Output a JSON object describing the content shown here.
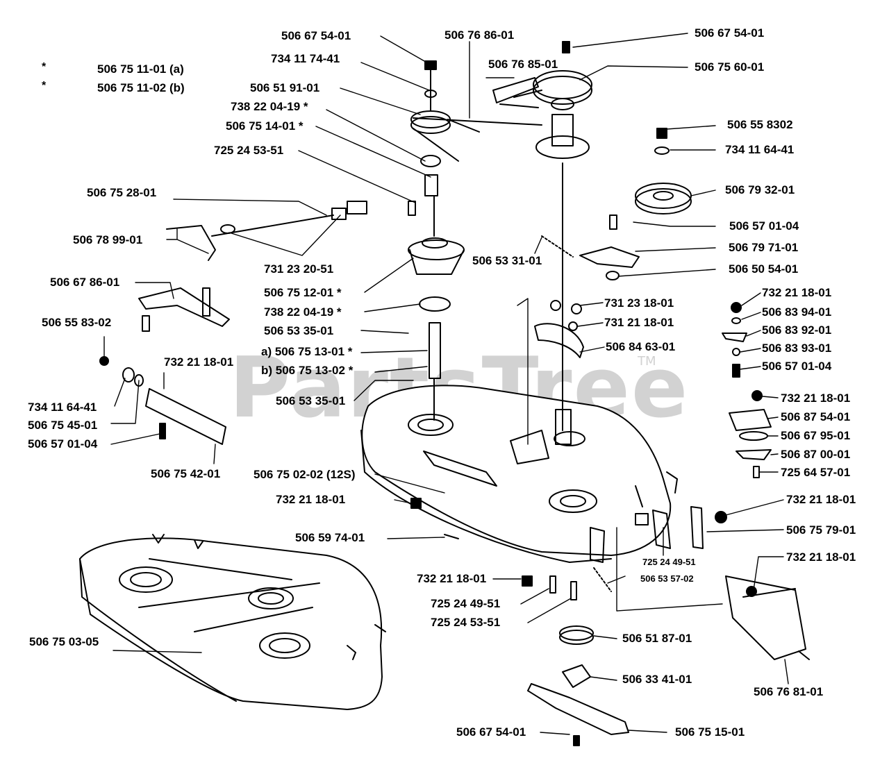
{
  "watermark": {
    "text": "PartsTree",
    "tm": "TM"
  },
  "legend": [
    {
      "mark": "*",
      "text": "506 75 11-01 (a)"
    },
    {
      "mark": "*",
      "text": "506 75 11-02 (b)"
    }
  ],
  "labels": [
    "506 67 54-01",
    "734 11 74-41",
    "506 51 91-01",
    "738 22 04-19 *",
    "506 75 14-01 *",
    "725 24 53-51",
    "506 75 28-01",
    "506 78 99-01",
    "731 23 20-51",
    "506 67 86-01",
    "506 55 83-02",
    "732 21 18-01",
    "734 11 64-41",
    "506 75 45-01",
    "506 57 01-04",
    "506 75 42-01",
    "506 76 86-01",
    "506 76 85-01",
    "506 67 54-01",
    "506 75 60-01",
    "506 55 8302",
    "734 11 64-41",
    "506 79 32-01",
    "506 57 01-04",
    "506 53 31-01",
    "506 79 71-01",
    "506 50 54-01",
    "506 75 12-01 *",
    "738 22 04-19 *",
    "506 53 35-01",
    "a) 506 75 13-01 *",
    "b) 506 75 13-02 *",
    "506 53 35-01",
    "731 23 18-01",
    "731 21 18-01",
    "506 84 63-01",
    "732 21 18-01",
    "506 83 94-01",
    "506 83 92-01",
    "506 83 93-01",
    "506 57 01-04",
    "732 21 18-01",
    "506 87 54-01",
    "506 67 95-01",
    "506 87 00-01",
    "725 64 57-01",
    "506 75 02-02 (12S)",
    "732 21 18-01",
    "506 59 74-01",
    "732 21 18-01",
    "506 75 79-01",
    "725 24 49-51",
    "506 53 57-02",
    "732 21 18-01",
    "732 21 18-01",
    "725 24 49-51",
    "725 24 53-51",
    "506 75 03-05",
    "506 51 87-01",
    "506 33 41-01",
    "506 76 81-01",
    "506 67 54-01",
    "506 75 15-01"
  ]
}
